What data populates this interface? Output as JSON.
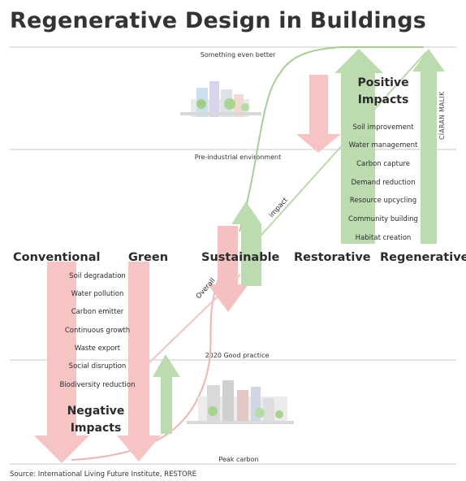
{
  "title": "Regenerative Design in Buildings",
  "source": "Source: International Living Future Institute, RESTORE",
  "credit": "CÍARAN MALIK",
  "levels": {
    "top": "Something even better",
    "pre_industrial": "Pre-industrial environment",
    "good_practice": "2020 Good practice",
    "peak": "Peak carbon"
  },
  "columns": [
    "Conventional",
    "Green",
    "Sustainable",
    "Restorative",
    "Regenerative"
  ],
  "positive": {
    "heading_line1": "Positive",
    "heading_line2": "Impacts",
    "items": [
      "Soil improvement",
      "Water management",
      "Carbon capture",
      "Demand reduction",
      "Resource upcycling",
      "Community building",
      "Habitat creation"
    ]
  },
  "negative": {
    "heading_line1": "Negative",
    "heading_line2": "Impacts",
    "items": [
      "Soil degradation",
      "Water pollution",
      "Carbon emitter",
      "Continuous growth",
      "Waste export",
      "Social disruption",
      "Biodiversity reduction"
    ]
  },
  "curve_labels": {
    "overall": "Overall",
    "impact": "impact"
  },
  "colors": {
    "positive": "#bcdcb0",
    "negative": "#f7c4c4",
    "curve_up": "#a6cf92",
    "curve_down": "#f2b3b3",
    "line": "#c8c8c8"
  }
}
